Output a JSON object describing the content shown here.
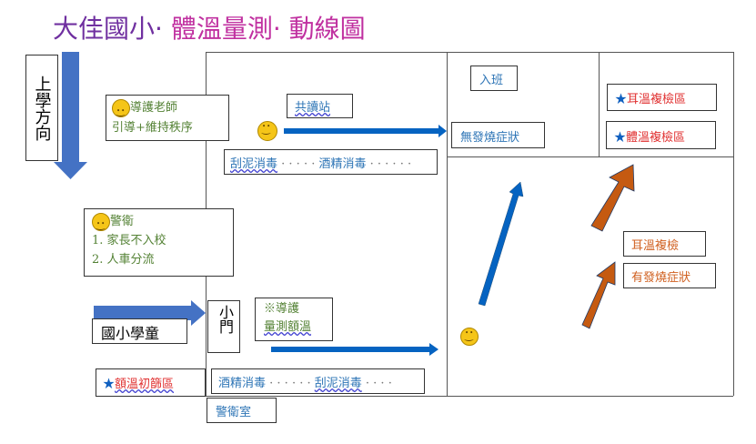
{
  "title": {
    "part1": "大佳國小",
    "part2": "體溫量測",
    "part3": "動線圖"
  },
  "direction": {
    "label": "上學方向"
  },
  "teacher": {
    "line1": "導護老師",
    "line2": "引導+維持秩序"
  },
  "reading_station": "共讀站",
  "disinfect_top": {
    "a": "刮泥消毒",
    "b": "酒精消毒"
  },
  "enter_class": "入班",
  "no_fever": "無發燒症狀",
  "ear_recheck_zone": "耳溫複檢區",
  "temp_recheck_zone": "體溫複檢區",
  "ear_recheck": "耳溫複檢",
  "has_fever": "有發燒症狀",
  "guard": {
    "title": "警衛",
    "item1": "1. 家長不入校",
    "item2": "2. 人車分流"
  },
  "students": "國小學童",
  "small_gate": "小門",
  "measure": {
    "line1": "※導護",
    "line2": "量測額溫"
  },
  "forehead_zone": "額溫初篩區",
  "disinfect_bottom": {
    "a": "酒精消毒",
    "b": "刮泥消毒"
  },
  "guard_room": "警衛室",
  "colors": {
    "blue_arrow": "#4472c4",
    "flow_arrow": "#0563c1",
    "orange_arrow": "#c55a11",
    "title_purple": "#7030a0",
    "title_magenta": "#c030a0"
  }
}
